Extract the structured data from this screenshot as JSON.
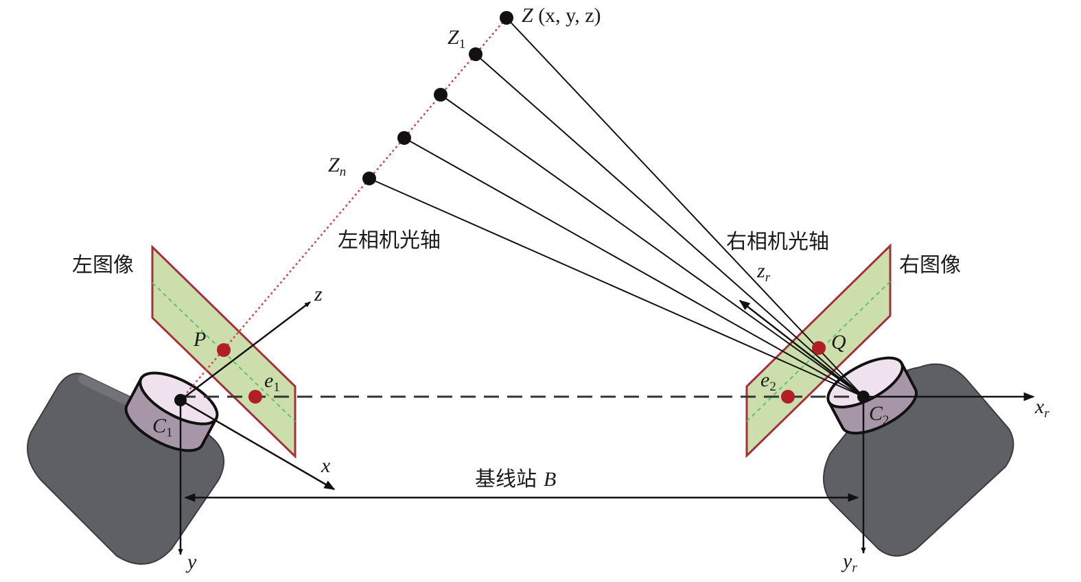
{
  "labels": {
    "point_z": "Z",
    "point_z_coords": "(x, y, z)",
    "z1_main": "Z",
    "z1_sub": "1",
    "zn_main": "Z",
    "zn_sub": "n",
    "left_axis": "左相机光轴",
    "right_axis": "右相机光轴",
    "left_image": "左图像",
    "right_image": "右图像",
    "p": "P",
    "q": "Q",
    "e1_main": "e",
    "e1_sub": "1",
    "e2_main": "e",
    "e2_sub": "2",
    "c1_main": "C",
    "c1_sub": "1",
    "c2_main": "C",
    "c2_sub": "2",
    "x": "x",
    "y": "y",
    "z": "z",
    "xr_main": "x",
    "xr_sub": "r",
    "yr_main": "y",
    "yr_sub": "r",
    "zr_main": "z",
    "zr_sub": "r",
    "baseline": "基线站",
    "baseline_var": "B"
  },
  "colors": {
    "camera_body": "#5f6065",
    "camera_lens_top": "#efe2ee",
    "camera_lens_side": "#a796a8",
    "image_plane_fill": "#c9dba6",
    "image_plane_border": "#a3303a",
    "image_diagonal": "#5fbf73",
    "red_point": "#b01e26",
    "optical_axis": "#c2495c",
    "ray_lines": "#111111"
  }
}
